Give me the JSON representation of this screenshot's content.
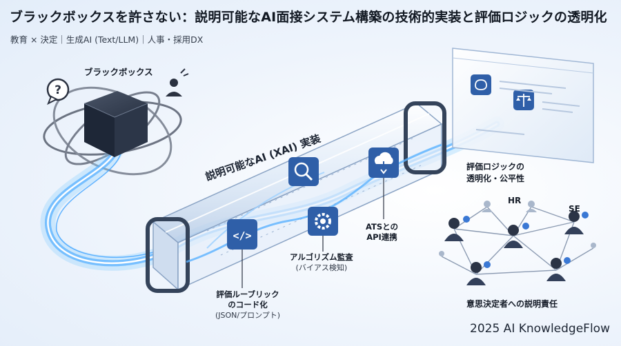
{
  "header": {
    "title": "ブラックボックスを許さない：説明可能なAI面接システム構築の技術的実装と評価ロジックの透明化",
    "subtitle": "教育 × 決定｜生成AI (Text/LLM)｜人事・採用DX"
  },
  "diagram": {
    "black_box_label": "ブラックボックス",
    "question_mark": "?",
    "pipeline_label": "説明可能なAI (XAI) 実装",
    "code_icon_glyph": "</>",
    "rubric_line1": "評価ルーブリック",
    "rubric_line2": "のコード化",
    "rubric_note": "(JSON/プロンプト)",
    "audit_label": "アルゴリズム監査",
    "audit_note": "(バイアス検知)",
    "ats_line1": "ATSとの",
    "ats_line2": "API連携",
    "transparency_line1": "評価ロジックの",
    "transparency_line2": "透明化・公平性",
    "node_hr": "HR",
    "node_se": "SE",
    "accountability_label": "意思決定者への説明責任"
  },
  "footer": {
    "credit": "2025 AI KnowledgeFlow"
  },
  "colors": {
    "accent_blue": "#2f5fa8",
    "glow_blue": "#5ab2ff",
    "cube_dark": "#1e2737",
    "check_blue": "#3a78d4"
  }
}
